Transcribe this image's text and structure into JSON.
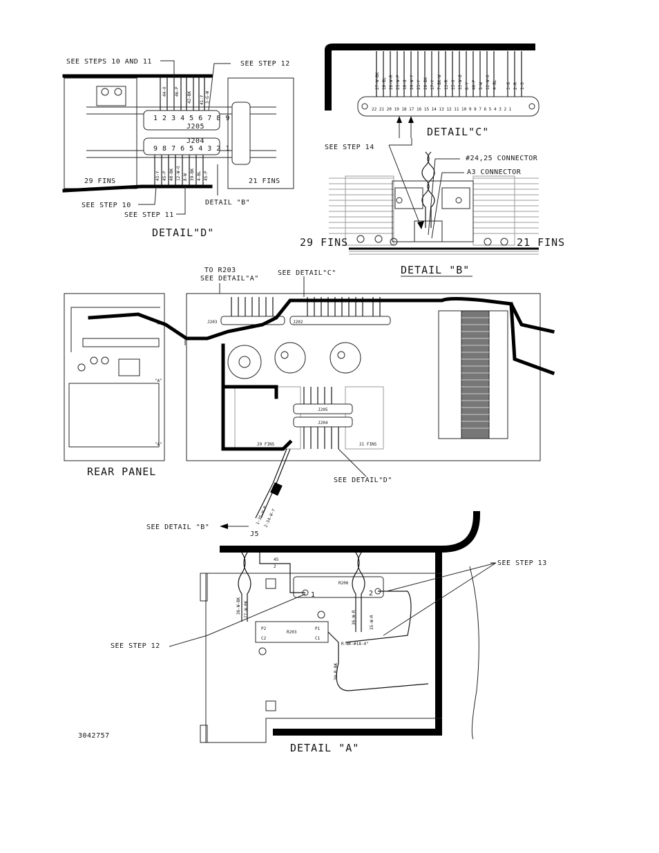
{
  "drawing_number": "3042757",
  "detail_d": {
    "title": "DETAIL\"D\"",
    "callouts": {
      "steps_10_11": "SEE STEPS 10 AND 11",
      "step_12": "SEE STEP 12",
      "step_10": "SEE STEP 10",
      "step_11": "SEE STEP 11",
      "detail_b": "DETAIL \"B\""
    },
    "fins_left": "29 FINS",
    "fins_right": "21 FINS",
    "connector_top": "J205",
    "connector_top_pins": "1 2 3 4 5 6 7 8 9",
    "connector_bottom": "J204",
    "connector_bottom_pins": "9 8 7 6 5 4 3 2 1",
    "top_wires": [
      "44-O",
      "46-P",
      "42-BK",
      "41-Y",
      "3-G-W"
    ],
    "bottom_wires": [
      "43-Y",
      "45-P",
      "40-BK",
      "12-W-O",
      "8-W",
      "39-BK",
      "4-BL",
      "45-P"
    ]
  },
  "detail_c": {
    "title": "DETAIL\"C\"",
    "pins": "22 21 20 19 18 17 16 15 14 13 12 11 10 9 8 7 6 5 4 3 2 1",
    "wires": [
      "27-W-BK",
      "18-BL",
      "26-W-R",
      "25-W-P",
      "16-G",
      "24-W-Y",
      "23-Y",
      "20-BK",
      "17-Y",
      "7-BK-W",
      "13-R",
      "15-O",
      "13-W-G",
      "6-Y",
      "40-P",
      "5-W",
      "12-W-O",
      "4-BL",
      "3-G",
      "2-R",
      "1-O"
    ]
  },
  "detail_b": {
    "title": "DETAIL \"B\"",
    "callouts": {
      "step_14": "SEE STEP 14",
      "connector_2425": "#24,25 CONNECTOR",
      "a3_connector": "A3 CONNECTOR"
    },
    "fins_left": "29 FINS",
    "fins_right": "21 FINS"
  },
  "main_view": {
    "callouts": {
      "to_r203": "TO R203",
      "see_detail_a": "SEE DETAIL\"A\"",
      "see_detail_c": "SEE DETAIL\"C\"",
      "see_detail_d": "SEE DETAIL\"D\"",
      "see_detail_b": "SEE DETAIL \"B\""
    },
    "rear_panel": "REAR PANEL",
    "marker_a": "\"A\"",
    "j203": "J203",
    "j202": "J202",
    "j204": "J204",
    "j205": "J205",
    "j5": "J5",
    "fins_29": "29 FINS",
    "fins_21": "21 FINS",
    "j5_wires": [
      "1-35-W-P",
      "2-34-W-Y"
    ]
  },
  "detail_a": {
    "title": "DETAIL \"A\"",
    "callouts": {
      "step_13": "SEE STEP 13",
      "step_12": "SEE STEP 12"
    },
    "r206": "R206",
    "r203": "R203",
    "r206_pin1": "1",
    "r206_pin2": "2",
    "r203_labels": {
      "p2": "P2",
      "c2": "C2",
      "p1": "P1",
      "c1": "C1"
    },
    "wires": {
      "w45": "45",
      "w2": "2",
      "w36": "36-W-BK",
      "w27": "27-W-BK",
      "w36r": "36-W-R",
      "w35r": "35-W-R",
      "rbk": "R-BK-#18-4\"",
      "w39": "39-R-BK"
    }
  }
}
